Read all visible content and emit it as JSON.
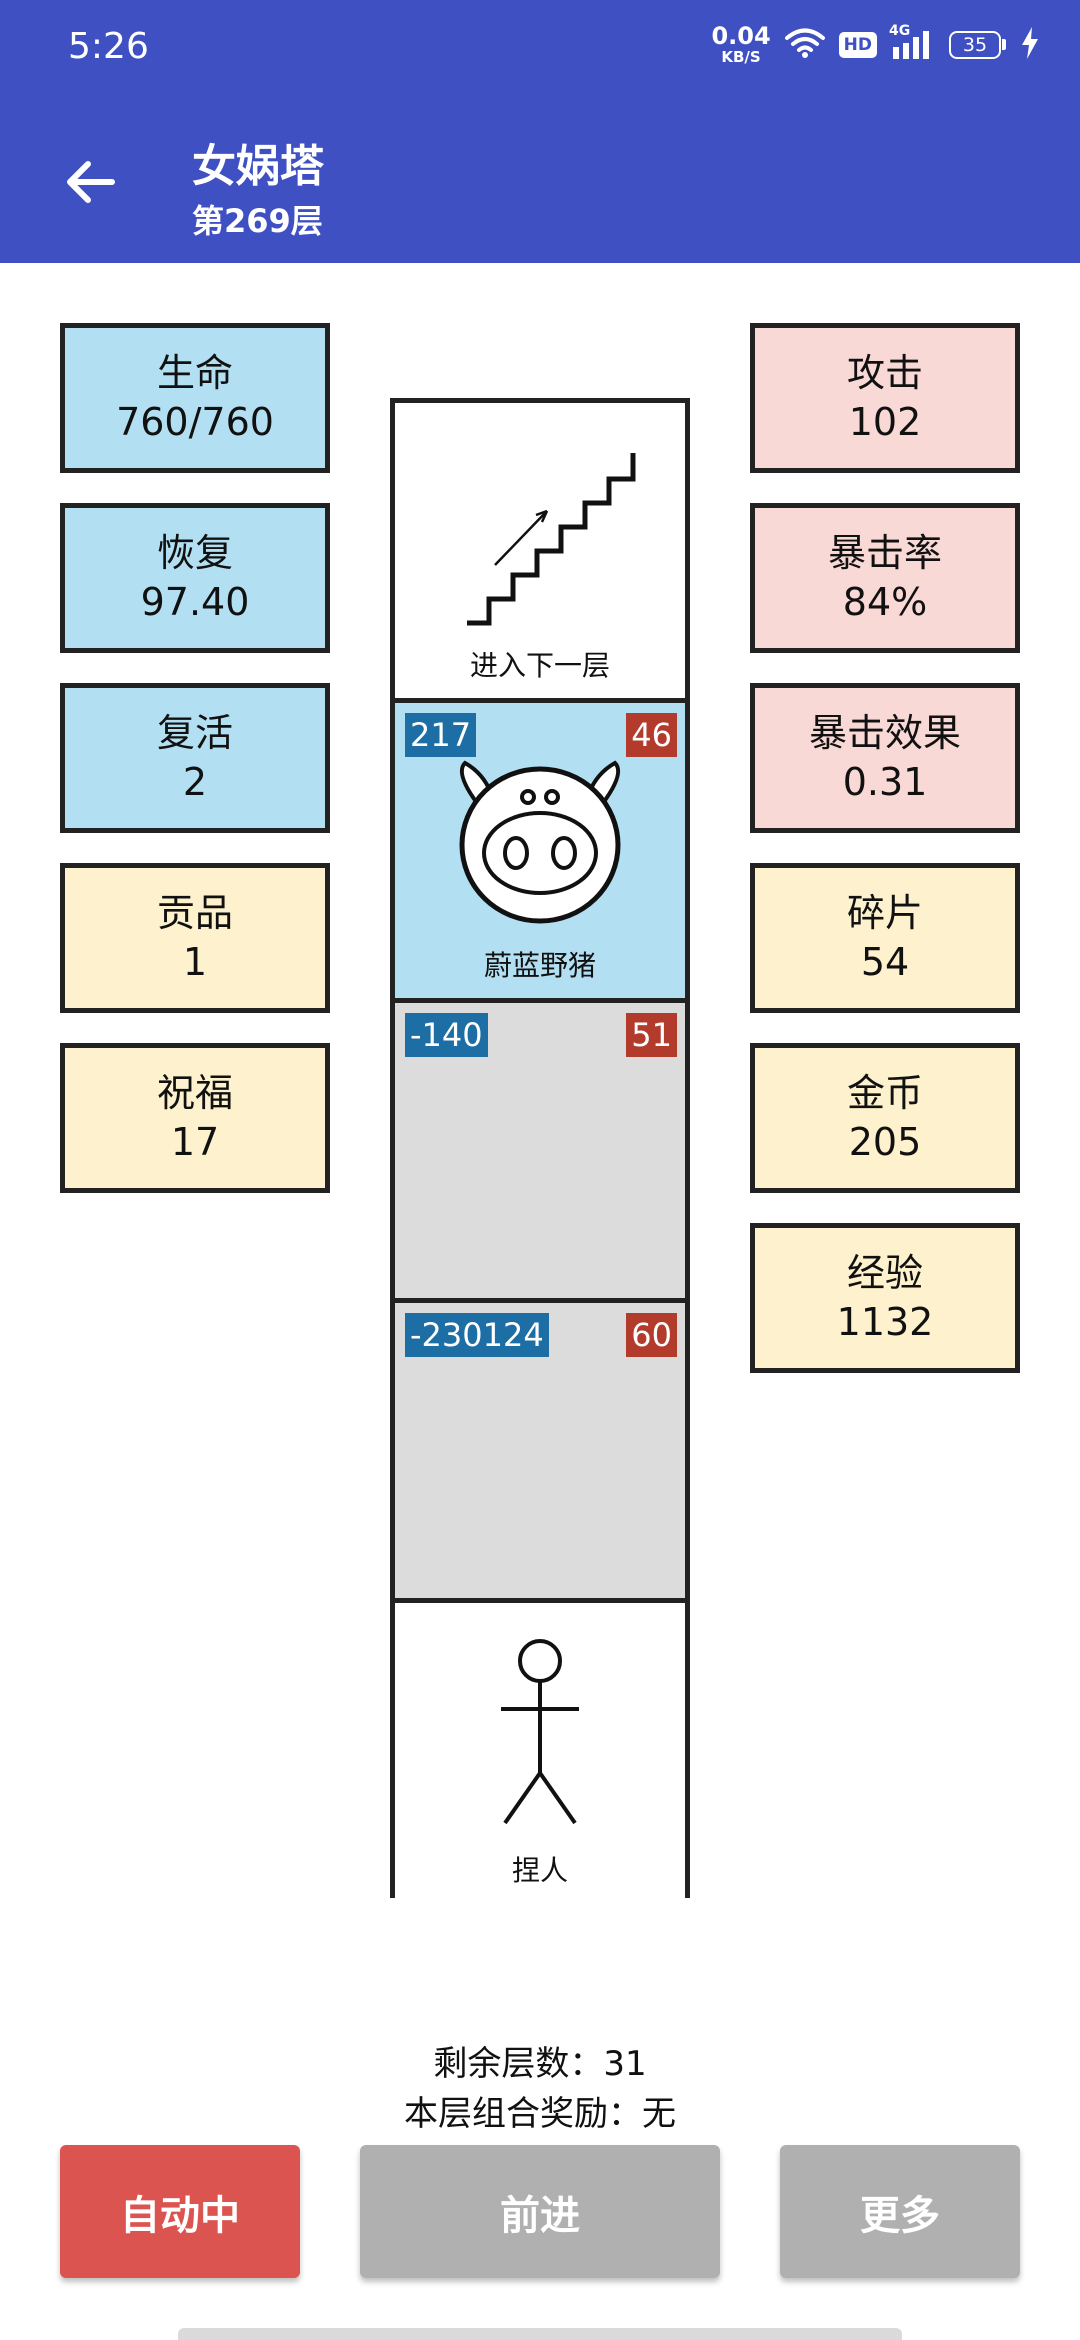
{
  "status_bar": {
    "time": "5:26",
    "net_speed_value": "0.04",
    "net_speed_unit": "KB/S",
    "hd_label": "HD",
    "network_label": "4G",
    "battery": "35",
    "icons": [
      "wifi-icon",
      "signal-icon",
      "battery-icon",
      "charging-bolt-icon"
    ]
  },
  "app_bar": {
    "title": "女娲塔",
    "subtitle": "第269层",
    "back_icon": "arrow-left-icon"
  },
  "colors": {
    "app_bar": "#3f51c2",
    "stat_blue": "#b3dff2",
    "stat_pink": "#f9d9d6",
    "stat_yellow": "#fdf2cd",
    "badge_blue": "#1c6ea4",
    "badge_red": "#b23b2c",
    "auto_button": "#dc544f",
    "disabled_button": "#b0b0b0"
  },
  "left_stats": [
    {
      "label": "生命",
      "value": "760/760",
      "color": "blue"
    },
    {
      "label": "恢复",
      "value": "97.40",
      "color": "blue"
    },
    {
      "label": "复活",
      "value": "2",
      "color": "blue"
    },
    {
      "label": "贡品",
      "value": "1",
      "color": "yellow"
    },
    {
      "label": "祝福",
      "value": "17",
      "color": "yellow"
    }
  ],
  "right_stats": [
    {
      "label": "攻击",
      "value": "102",
      "color": "pink"
    },
    {
      "label": "暴击率",
      "value": "84%",
      "color": "pink"
    },
    {
      "label": "暴击效果",
      "value": "0.31",
      "color": "pink"
    },
    {
      "label": "碎片",
      "value": "54",
      "color": "yellow"
    },
    {
      "label": "金币",
      "value": "205",
      "color": "yellow"
    },
    {
      "label": "经验",
      "value": "1132",
      "color": "yellow"
    }
  ],
  "tower": {
    "stairs": {
      "label": "进入下一层",
      "icon": "stairs-up-icon"
    },
    "enemy": {
      "name": "蔚蓝野猪",
      "left_value": "217",
      "right_value": "46",
      "icon": "pig-icon"
    },
    "empty_1": {
      "left_value": "-140",
      "right_value": "51"
    },
    "empty_2": {
      "left_value": "-230124",
      "right_value": "60"
    },
    "player": {
      "label": "捏人",
      "icon": "stick-figure-icon"
    }
  },
  "info": {
    "remaining_floors": "剩余层数：31",
    "floor_combo_reward": "本层组合奖励：无"
  },
  "buttons": {
    "auto": "自动中",
    "forward": "前进",
    "more": "更多"
  }
}
